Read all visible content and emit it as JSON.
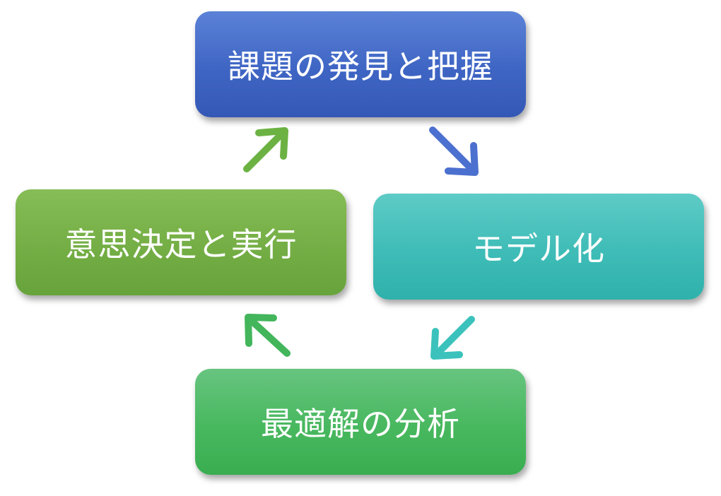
{
  "diagram": {
    "type": "cycle",
    "nodes": {
      "top": "課題の発見と把握",
      "right": "モデル化",
      "bottom": "最適解の分析",
      "left": "意思決定と実行"
    },
    "flow": [
      "top",
      "right",
      "bottom",
      "left",
      "top"
    ],
    "colors": {
      "top": "#4169c8",
      "right": "#3cbab5",
      "bottom": "#45b55c",
      "left": "#72ad45",
      "arrow_top_right": "#4c70cf",
      "arrow_right_bottom": "#3cc2bc",
      "arrow_bottom_left": "#43b55b",
      "arrow_left_top": "#6cb243"
    }
  }
}
